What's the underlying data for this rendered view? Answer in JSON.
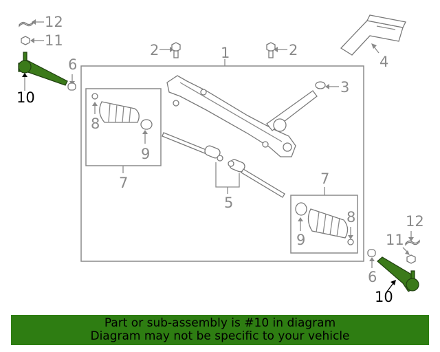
{
  "callouts": {
    "c1": "1",
    "c2a": "2",
    "c2b": "2",
    "c3": "3",
    "c4": "4",
    "c5": "5",
    "c6a": "6",
    "c6b": "6",
    "c7a": "7",
    "c7b": "7",
    "c8a": "8",
    "c8b": "8",
    "c9a": "9",
    "c9b": "9",
    "c10a": "10",
    "c10b": "10",
    "c11a": "11",
    "c11b": "11",
    "c12a": "12",
    "c12b": "12"
  },
  "banner": {
    "line1": "Part or sub-assembly is #10 in diagram",
    "line2": "Diagram may not be specific to your vehicle"
  },
  "colors": {
    "highlight": "#3b7a1a",
    "banner_bg": "#2e7d12",
    "linework": "#8a8a8a"
  }
}
